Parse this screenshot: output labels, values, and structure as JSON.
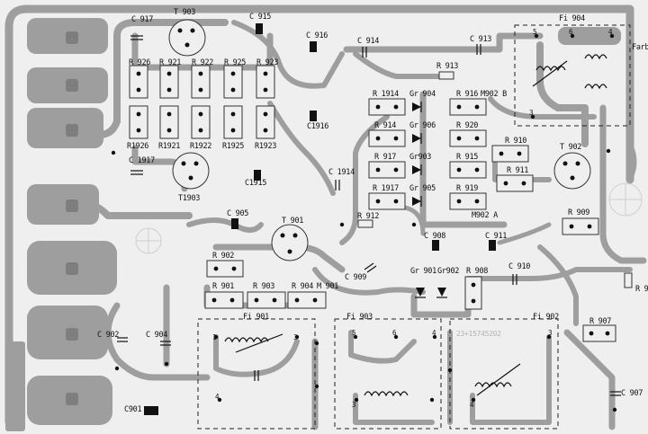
{
  "labels": {
    "c917": "C 917",
    "t903": "T 903",
    "c915": "C 915",
    "c916": "C 916",
    "c914": "C 914",
    "c913": "C 913",
    "fi904": "Fi 904",
    "farb": "Farb",
    "r913": "R 913",
    "r926": "R 926",
    "r921": "R 921",
    "r922": "R 922",
    "r925": "R 925",
    "r923": "R 923",
    "r1926": "R1926",
    "r1921": "R1921",
    "r1922": "R1922",
    "r1925": "R1925",
    "r1923": "R1923",
    "c1916": "C1916",
    "r1914": "R 1914",
    "gr904": "Gr 904",
    "r916": "R 916",
    "m902b": "M902 B",
    "r914": "R 914",
    "gr906": "Gr 906",
    "r920": "R 920",
    "r910": "R 910",
    "t902": "T 902",
    "r917": "R 917",
    "gr903": "Gr903",
    "r915": "R 915",
    "r911": "R 911",
    "c1917": "C 1917",
    "c1915": "C1915",
    "c1914": "C 1914",
    "t1903": "T1903",
    "r1917": "R 1917",
    "gr905": "Gr 905",
    "r919": "R 919",
    "m902a": "M902 A",
    "c905": "C 905",
    "t901": "T 901",
    "r912": "R 912",
    "r909": "R 909",
    "c908": "C 908",
    "c911": "C 911",
    "r902": "R 902",
    "c909": "C 909",
    "gr901": "Gr 901",
    "gr902": "Gr902",
    "r908": "R 908",
    "c910": "C 910",
    "r901": "R 901",
    "r903": "R 903",
    "r904": "R 904",
    "m901": "M 901",
    "r9x": "R 9",
    "fi901": "Fi 901",
    "fi903": "Fi 903",
    "fi902": "Fi 902",
    "r907": "R 907",
    "c902": "C 902",
    "c904": "C 904",
    "c901": "C901",
    "c907": "C 907",
    "serial": "23+15745202"
  }
}
